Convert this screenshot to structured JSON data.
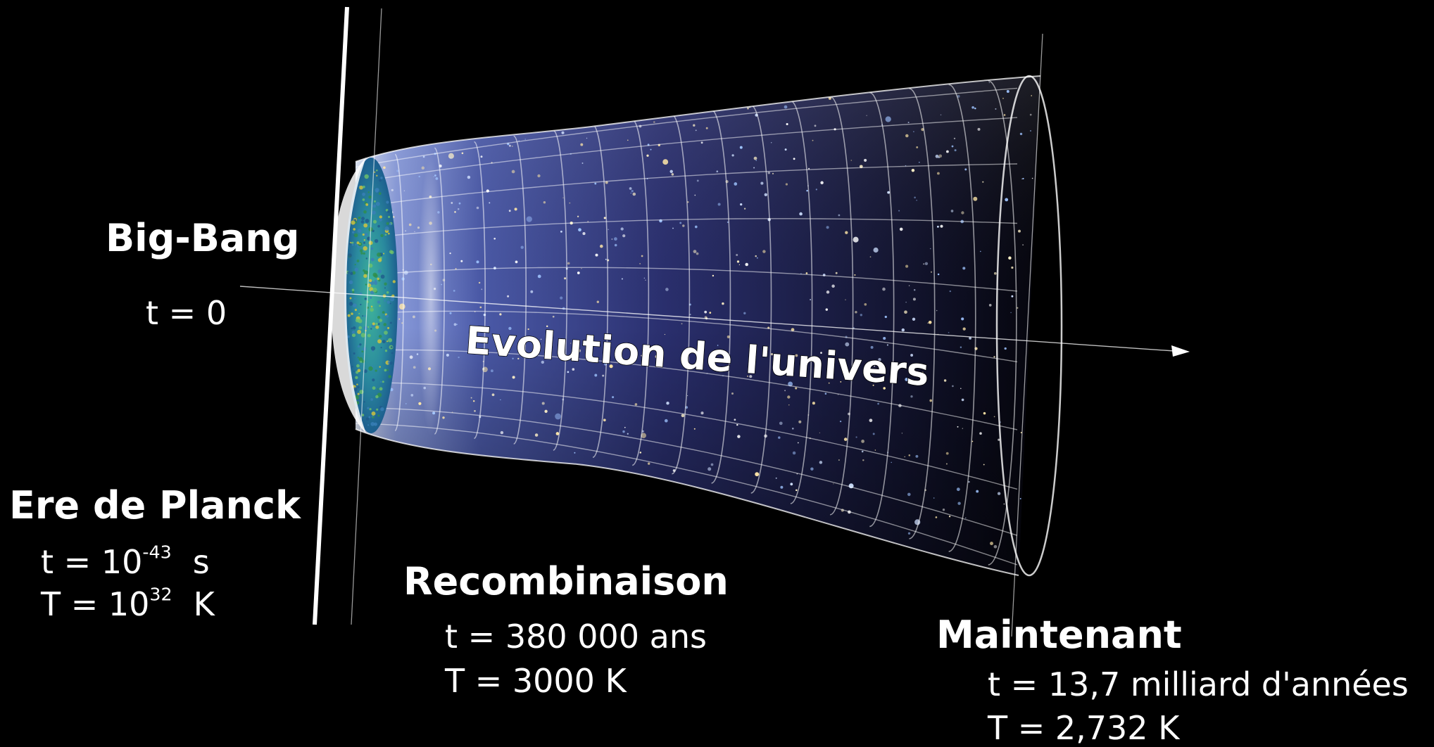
{
  "diagram": {
    "title": "Evolution de l'univers",
    "colors": {
      "background": "#000000",
      "text": "#ffffff",
      "cmb_surface": "#2f9e8a",
      "cosmos": "#2a2f6e"
    }
  },
  "labels": {
    "big_bang": {
      "title": "Big-Bang",
      "time": "t = 0"
    },
    "planck": {
      "title": "Ere de Planck",
      "time_prefix": "t = 10",
      "time_exp": "-43",
      "time_unit": "s",
      "temp_prefix": "T = 10",
      "temp_exp": "32",
      "temp_unit": "K"
    },
    "recombination": {
      "title": "Recombinaison",
      "time": "t = 380 000 ans",
      "temp": "T = 3000  K"
    },
    "now": {
      "title": "Maintenant",
      "time": "t = 13,7 milliard d'années",
      "temp": "T = 2,732 K"
    }
  }
}
